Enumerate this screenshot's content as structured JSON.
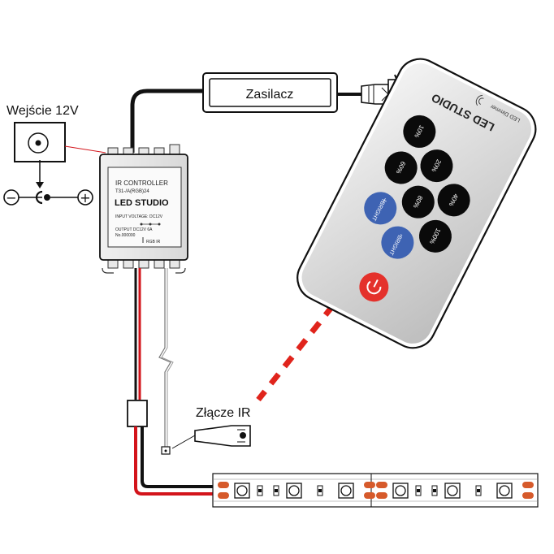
{
  "labels": {
    "power_supply": "Zasilacz",
    "input_12v": "Wejście 12V",
    "ir_connector": "Złącze IR"
  },
  "controller": {
    "title": "IR CONTROLLER",
    "model": "T31-/A(RGB)24",
    "brand": "LED STUDIO",
    "input_voltage": "INPUT VOLTAGE:  DC12V",
    "output": "OUTPUT    DC12V 6A",
    "number": "No.000000",
    "ports": "RGB  IR"
  },
  "remote": {
    "brand": "LED STUDIO",
    "dimmer_label": "LED Dimmer",
    "buttons": [
      "10%",
      "20%",
      "40%",
      "60%",
      "80%",
      "100%"
    ],
    "bright_up": "BRIGHT",
    "bright_down": "BRIGHT",
    "bright_up_sign": "+",
    "bright_down_sign": "-"
  },
  "polarity": {
    "minus": "−",
    "plus": "+"
  },
  "colors": {
    "wire_red": "#d3141b",
    "wire_black": "#111111",
    "ir_beam": "#e0241c",
    "bright_button": "#3e63b3",
    "power_button": "#e4312b",
    "led_pad": "#d65a2b"
  }
}
